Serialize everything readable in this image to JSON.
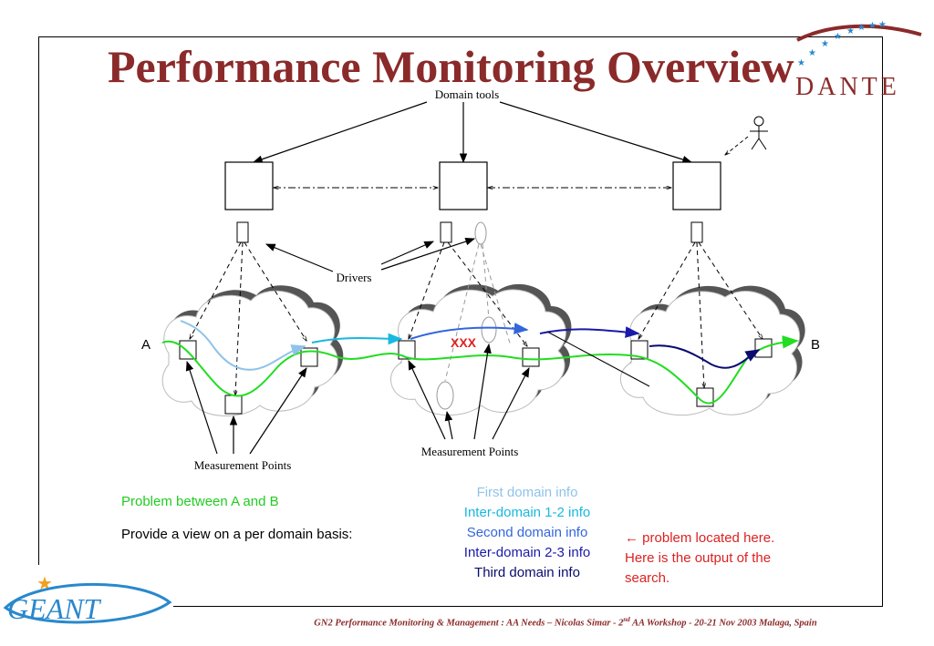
{
  "slide": {
    "title": "Performance Monitoring Overview",
    "footer_parts": [
      "GN2 Performance Monitoring & Management : AA Needs – Nicolas Simar - 2",
      "nd",
      " AA Workshop - 20-21 Nov 2003 Malaga, Spain"
    ]
  },
  "diagram": {
    "labels": {
      "domain_tools": "Domain tools",
      "drivers": "Drivers",
      "measurement_points_left": "Measurement Points",
      "measurement_points_mid": "Measurement Points",
      "endpoint_a": "A",
      "endpoint_b": "B",
      "fault_marker": "XXX"
    }
  },
  "text": {
    "problem_ab": "Problem between A and B",
    "view_label": "Provide a view on a per domain basis:",
    "domain_list": [
      {
        "text": "First domain info",
        "color": "#8fc3ea"
      },
      {
        "text": "Inter-domain 1-2 info",
        "color": "#18b8e0"
      },
      {
        "text": "Second domain info",
        "color": "#3366dd"
      },
      {
        "text": "Inter-domain 2-3 info",
        "color": "#1a1aaa"
      },
      {
        "text": "Third domain info",
        "color": "#0a0a70"
      }
    ],
    "problem_note_line1": "← problem located here.",
    "problem_note_line2": "Here is the output of the",
    "problem_note_line3": "search."
  },
  "logos": {
    "dante": "DANTE",
    "geant": "GEANT"
  },
  "colors": {
    "title": "#8B2A2A",
    "green_path": "#22dd22",
    "fault": "#dd2222"
  }
}
